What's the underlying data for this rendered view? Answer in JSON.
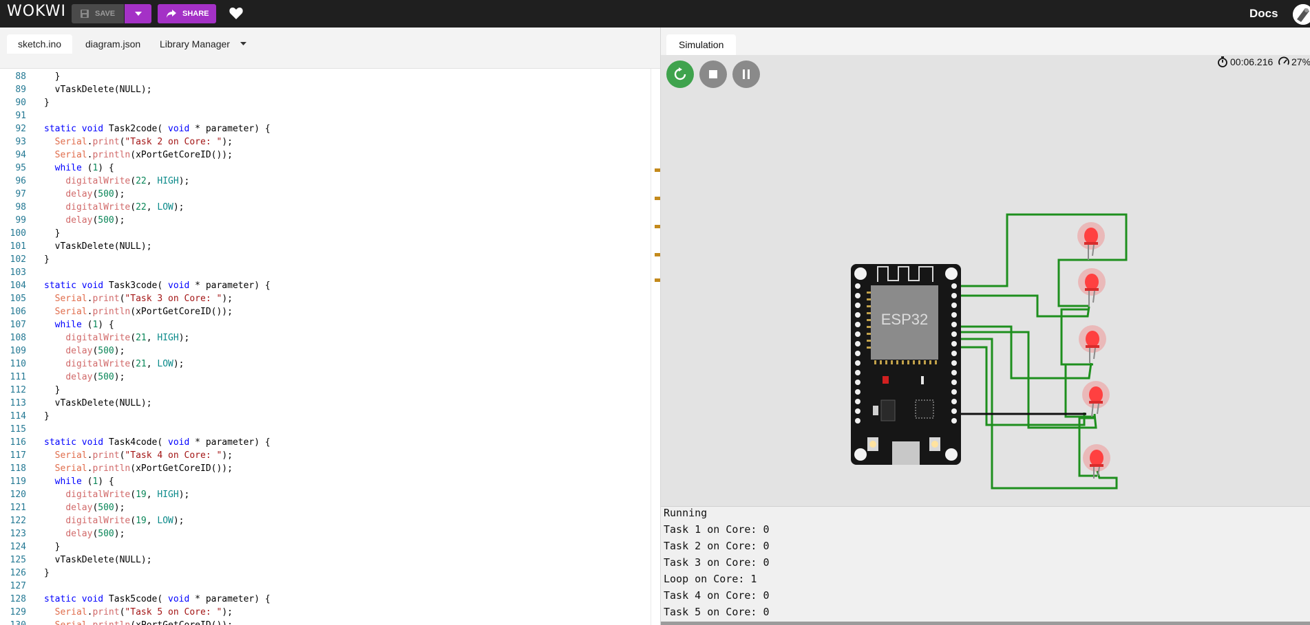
{
  "topbar": {
    "logo": "WOKWI",
    "save_label": "SAVE",
    "share_label": "SHARE",
    "docs_label": "Docs"
  },
  "editor": {
    "tabs": [
      "sketch.ino",
      "diagram.json",
      "Library Manager"
    ],
    "active_tab": "sketch.ino",
    "lines": [
      {
        "n": "88",
        "code": "  }"
      },
      {
        "n": "89",
        "code": "  vTaskDelete(NULL);"
      },
      {
        "n": "90",
        "code": "}"
      },
      {
        "n": "91",
        "code": ""
      },
      {
        "n": "92",
        "code": "static void Task2code( void * parameter) {"
      },
      {
        "n": "93",
        "code": "  Serial.print(\"Task 2 on Core: \");"
      },
      {
        "n": "94",
        "code": "  Serial.println(xPortGetCoreID());"
      },
      {
        "n": "95",
        "code": "  while (1) {"
      },
      {
        "n": "96",
        "code": "    digitalWrite(22, HIGH);"
      },
      {
        "n": "97",
        "code": "    delay(500);"
      },
      {
        "n": "98",
        "code": "    digitalWrite(22, LOW);"
      },
      {
        "n": "99",
        "code": "    delay(500);"
      },
      {
        "n": "100",
        "code": "  }"
      },
      {
        "n": "101",
        "code": "  vTaskDelete(NULL);"
      },
      {
        "n": "102",
        "code": "}"
      },
      {
        "n": "103",
        "code": ""
      },
      {
        "n": "104",
        "code": "static void Task3code( void * parameter) {"
      },
      {
        "n": "105",
        "code": "  Serial.print(\"Task 3 on Core: \");"
      },
      {
        "n": "106",
        "code": "  Serial.println(xPortGetCoreID());"
      },
      {
        "n": "107",
        "code": "  while (1) {"
      },
      {
        "n": "108",
        "code": "    digitalWrite(21, HIGH);"
      },
      {
        "n": "109",
        "code": "    delay(500);"
      },
      {
        "n": "110",
        "code": "    digitalWrite(21, LOW);"
      },
      {
        "n": "111",
        "code": "    delay(500);"
      },
      {
        "n": "112",
        "code": "  }"
      },
      {
        "n": "113",
        "code": "  vTaskDelete(NULL);"
      },
      {
        "n": "114",
        "code": "}"
      },
      {
        "n": "115",
        "code": ""
      },
      {
        "n": "116",
        "code": "static void Task4code( void * parameter) {"
      },
      {
        "n": "117",
        "code": "  Serial.print(\"Task 4 on Core: \");"
      },
      {
        "n": "118",
        "code": "  Serial.println(xPortGetCoreID());"
      },
      {
        "n": "119",
        "code": "  while (1) {"
      },
      {
        "n": "120",
        "code": "    digitalWrite(19, HIGH);"
      },
      {
        "n": "121",
        "code": "    delay(500);"
      },
      {
        "n": "122",
        "code": "    digitalWrite(19, LOW);"
      },
      {
        "n": "123",
        "code": "    delay(500);"
      },
      {
        "n": "124",
        "code": "  }"
      },
      {
        "n": "125",
        "code": "  vTaskDelete(NULL);"
      },
      {
        "n": "126",
        "code": "}"
      },
      {
        "n": "127",
        "code": ""
      },
      {
        "n": "128",
        "code": "static void Task5code( void * parameter) {"
      },
      {
        "n": "129",
        "code": "  Serial.print(\"Task 5 on Core: \");"
      },
      {
        "n": "130",
        "code": "  Serial.println(xPortGetCoreID());"
      }
    ]
  },
  "simulation": {
    "tab_label": "Simulation",
    "timer": "00:06.216",
    "speed": "27%",
    "board_label": "ESP32",
    "serial_output": [
      "Running",
      "Task 1 on Core: 0",
      "Task 2 on Core: 0",
      "Task 3 on Core: 0",
      "Loop on Core: 1",
      "Task 4 on Core: 0",
      "Task 5 on Core: 0"
    ]
  },
  "colors": {
    "accent": "#a431c6",
    "restart": "#3fa34d",
    "led": "#ff3b3b",
    "wire": "#1e8f1e"
  },
  "icons": [
    "save-icon",
    "caret-down-icon",
    "share-icon",
    "heart-icon",
    "restart-icon",
    "stop-icon",
    "pause-icon",
    "stopwatch-icon",
    "speedometer-icon"
  ]
}
